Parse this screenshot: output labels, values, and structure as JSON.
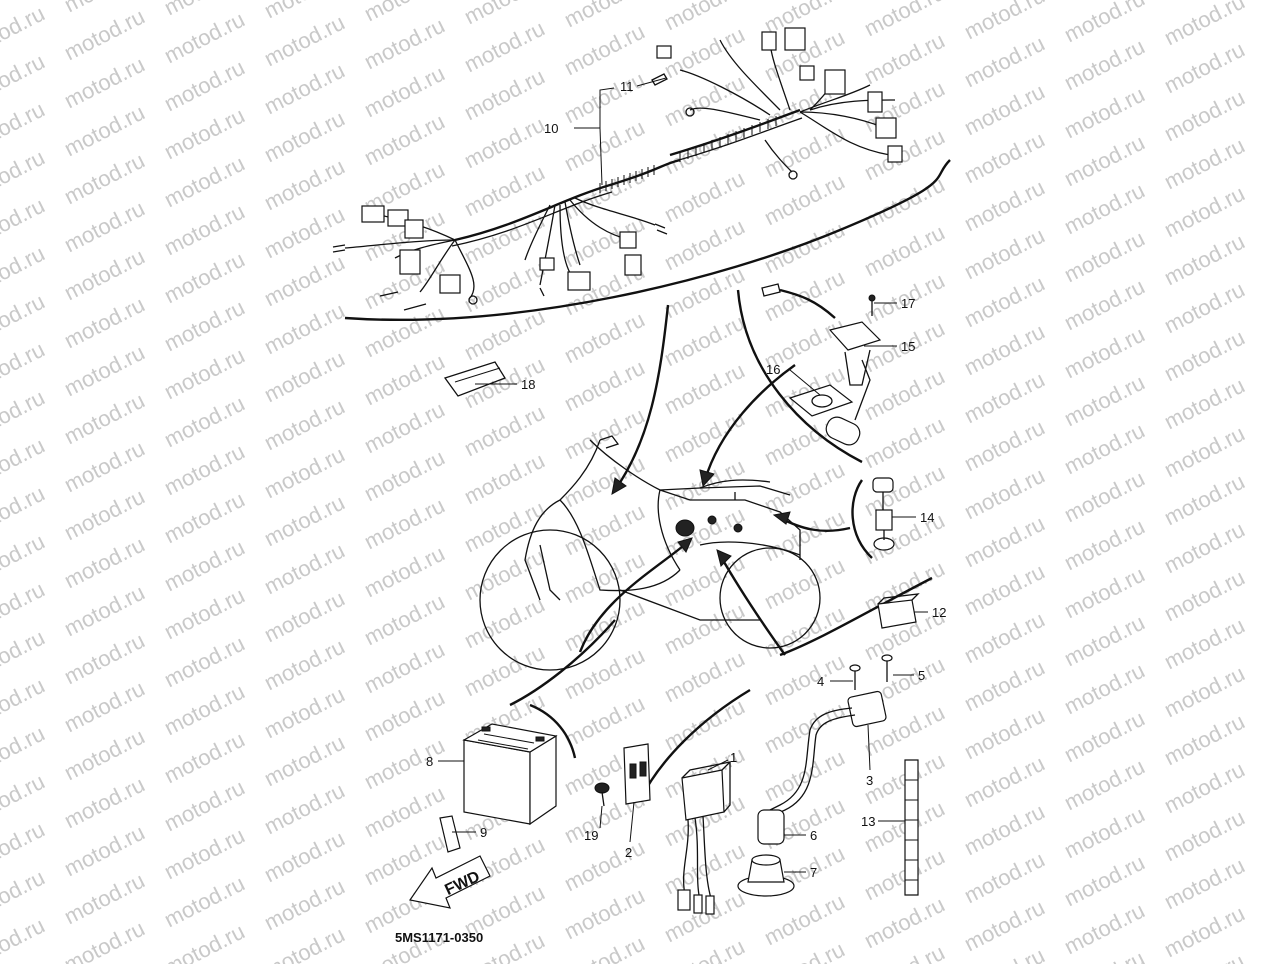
{
  "watermark_text": "motod.ru",
  "diagram_code": "5MS1171-0350",
  "direction_label": "FWD",
  "callouts": {
    "n1": "1",
    "n2": "2",
    "n3": "3",
    "n4": "4",
    "n5": "5",
    "n6": "6",
    "n7": "7",
    "n8": "8",
    "n9": "9",
    "n10": "10",
    "n11": "11",
    "n12": "12",
    "n13": "13",
    "n14": "14",
    "n15": "15",
    "n16": "16",
    "n17": "17",
    "n18": "18",
    "n19": "19"
  }
}
